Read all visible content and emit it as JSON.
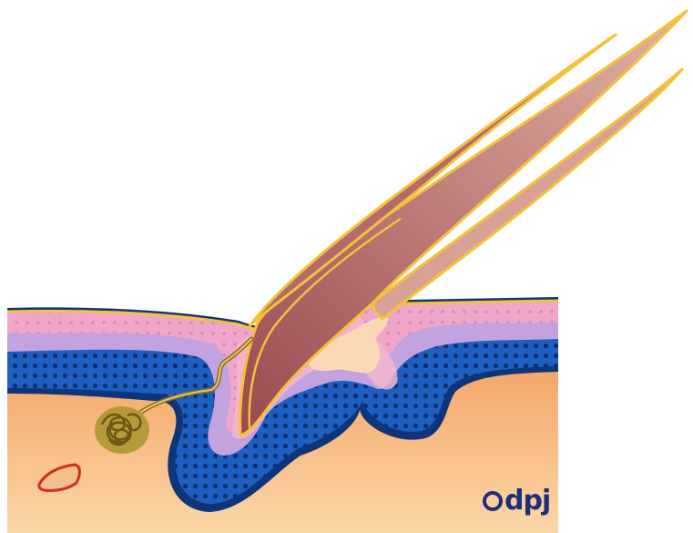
{
  "figure": {
    "watermark_text": "dpj",
    "colors": {
      "background": "#ffffff",
      "dermis": "#f6b77a",
      "dermis_light": "#f9cf9f",
      "epidermis_blue": "#1a55b5",
      "epidermis_dark": "#0f3a86",
      "pink_layer": "#f3a7c9",
      "lavender_layer": "#c7a3e1",
      "hair_shaft": "#a95c5f",
      "hair_shaft_light": "#d89a8f",
      "hair_outline": "#f4c23a",
      "gland": "#b59a3a",
      "vessel": "#e0261e"
    },
    "icons": [
      "hair-shaft",
      "sweat-gland",
      "blood-vessel",
      "follicle",
      "epidermis"
    ]
  }
}
